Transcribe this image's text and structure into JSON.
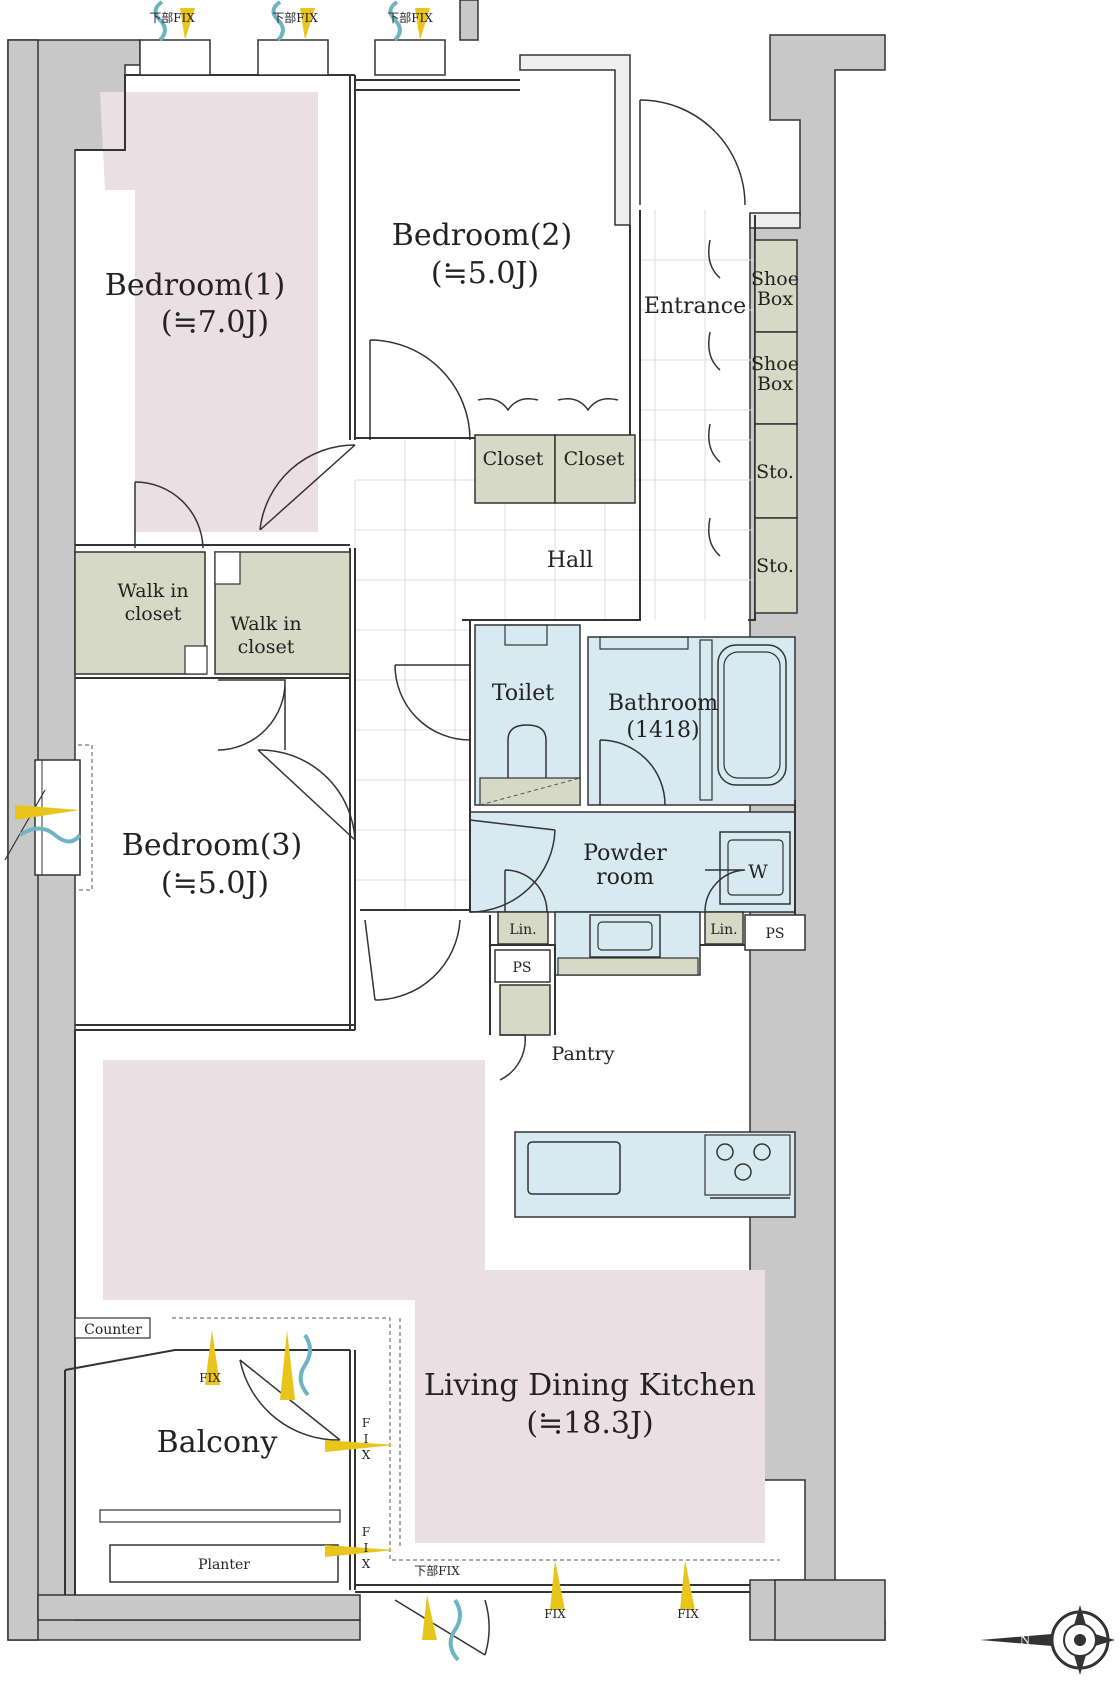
{
  "colors": {
    "room_pink": "#ecdfe4",
    "wet_blue": "#d7eaf1",
    "storage_green": "#d6d9c6",
    "wall_gray": "#c8c8c8",
    "airflow_yellow": "#e8c51a",
    "airflow_blue": "#6fb4c4"
  },
  "rooms": {
    "bedroom1": {
      "name": "Bedroom(1)",
      "size": "(≒7.0J)"
    },
    "bedroom2": {
      "name": "Bedroom(2)",
      "size": "(≒5.0J)"
    },
    "bedroom3": {
      "name": "Bedroom(3)",
      "size": "(≒5.0J)"
    },
    "ldk": {
      "name": "Living Dining Kitchen",
      "size": "(≒18.3J)"
    },
    "entrance": "Entrance",
    "hall": "Hall",
    "toilet": "Toilet",
    "bathroom": {
      "name": "Bathroom",
      "size": "(1418)"
    },
    "powder": {
      "line1": "Powder",
      "line2": "room"
    },
    "balcony": "Balcony"
  },
  "storage": {
    "shoe_box": {
      "line1": "Shoe",
      "line2": "Box"
    },
    "sto": "Sto.",
    "closet": "Closet",
    "wic": {
      "line1": "Walk in",
      "line2": "closet"
    },
    "lin": "Lin.",
    "ps": "PS",
    "pantry": "Pantry",
    "washer": "W",
    "counter": "Counter",
    "planter": "Planter"
  },
  "windows": {
    "lower_fix": "下部FIX",
    "fix": "FIX",
    "f": "F",
    "i": "I",
    "x": "X"
  },
  "compass": {
    "north": "N",
    "icon": "compass-icon"
  }
}
